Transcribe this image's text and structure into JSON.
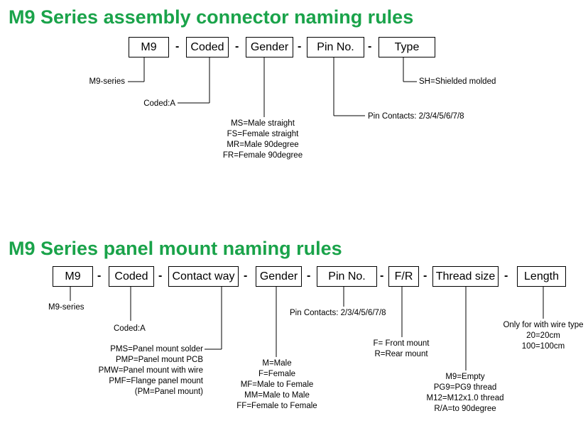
{
  "assembly": {
    "title": "M9 Series assembly connector naming rules",
    "boxes": [
      "M9",
      "Coded",
      "Gender",
      "Pin No.",
      "Type"
    ],
    "dash": "-",
    "series": "M9-series",
    "coded": "Coded:A",
    "gender": [
      "MS=Male straight",
      "FS=Female straight",
      "MR=Male 90degree",
      "FR=Female 90degree"
    ],
    "pins": "Pin Contacts: 2/3/4/5/6/7/8",
    "type": "SH=Shielded molded"
  },
  "panel": {
    "title": "M9 Series panel mount naming rules",
    "boxes": [
      "M9",
      "Coded",
      "Contact way",
      "Gender",
      "Pin No.",
      "F/R",
      "Thread size",
      "Length"
    ],
    "dash": "-",
    "series": "M9-series",
    "coded": "Coded:A",
    "contact_way": [
      "PMS=Panel mount solder",
      "PMP=Panel mount PCB",
      "PMW=Panel mount with wire",
      "PMF=Flange panel mount",
      "(PM=Panel mount)"
    ],
    "gender": [
      "M=Male",
      "F=Female",
      "MF=Male to Female",
      "MM=Male to Male",
      "FF=Female to Female"
    ],
    "pins": "Pin Contacts: 2/3/4/5/6/7/8",
    "fr": [
      "F= Front mount",
      "R=Rear mount"
    ],
    "thread": [
      "M9=Empty",
      "PG9=PG9 thread",
      "M12=M12x1.0 thread",
      "R/A=to 90degree"
    ],
    "length": [
      "Only for with wire type",
      "20=20cm",
      "100=100cm"
    ]
  }
}
